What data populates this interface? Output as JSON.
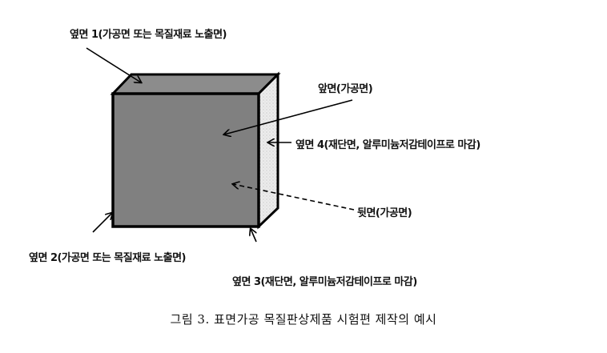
{
  "labels": {
    "side1": "옆면 1(가공면 또는 목질재료 노출면)",
    "front": "앞면(가공면)",
    "side4": "옆면 4(재단면, 알루미늄저감테이프로 마감)",
    "back": "뒷면(가공면)",
    "side2": "옆면 2(가공면 또는 목질재료 노출면)",
    "side3": "옆면 3(재단면, 알루미늄저감테이프로 마감)"
  },
  "caption": "그림 3. 표면가공 목질판상제품 시험편 제작의 예시",
  "colors": {
    "front": "#808080",
    "top": "#8c8c8c",
    "side": "#e8e8e8"
  }
}
